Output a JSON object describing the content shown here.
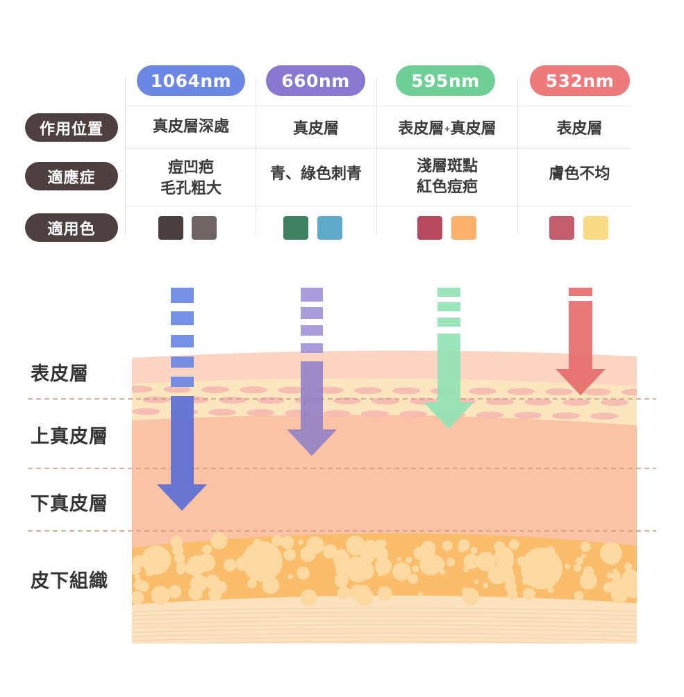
{
  "wavelengths": [
    {
      "label": "1064nm",
      "color": "#6b87e3"
    },
    {
      "label": "660nm",
      "color": "#8978d0"
    },
    {
      "label": "595nm",
      "color": "#6fcf97"
    },
    {
      "label": "532nm",
      "color": "#ee7b7b"
    }
  ],
  "rows": {
    "position": "作用位置",
    "indication": "適應症",
    "color": "適用色"
  },
  "cells": {
    "position": [
      {
        "text": "真皮層深處"
      },
      {
        "text": "真皮層"
      },
      {
        "text_a": "表皮層",
        "plus": "+",
        "text_b": "真皮層"
      },
      {
        "text": "表皮層"
      }
    ],
    "indication": [
      {
        "lines": [
          "痘凹疤",
          "毛孔粗大"
        ]
      },
      {
        "lines": [
          "青、綠色刺青"
        ]
      },
      {
        "lines": [
          "淺層斑點",
          "紅色痘疤"
        ]
      },
      {
        "lines": [
          "膚色不均"
        ]
      }
    ]
  },
  "swatch_colors": [
    [
      "#4a3e40",
      "#6f6465"
    ],
    [
      "#3f7f62",
      "#5ea9c8"
    ],
    [
      "#b84a60",
      "#fdb06b"
    ],
    [
      "#c25e6e",
      "#f8db86"
    ]
  ],
  "layers": [
    "表皮層",
    "上真皮層",
    "下真皮層",
    "皮下組織"
  ],
  "skin_colors": {
    "epidermis": "#fbd4c2",
    "basal": "#fbe6bf",
    "dermis": "#fbc3a6",
    "subcutaneous": "#f9bd6c",
    "fat_cell": "#fcd9a0",
    "bottom": "#fde2c0"
  },
  "penetration": [
    "deep-dermis",
    "mid-dermis",
    "upper-dermis",
    "epidermis"
  ]
}
